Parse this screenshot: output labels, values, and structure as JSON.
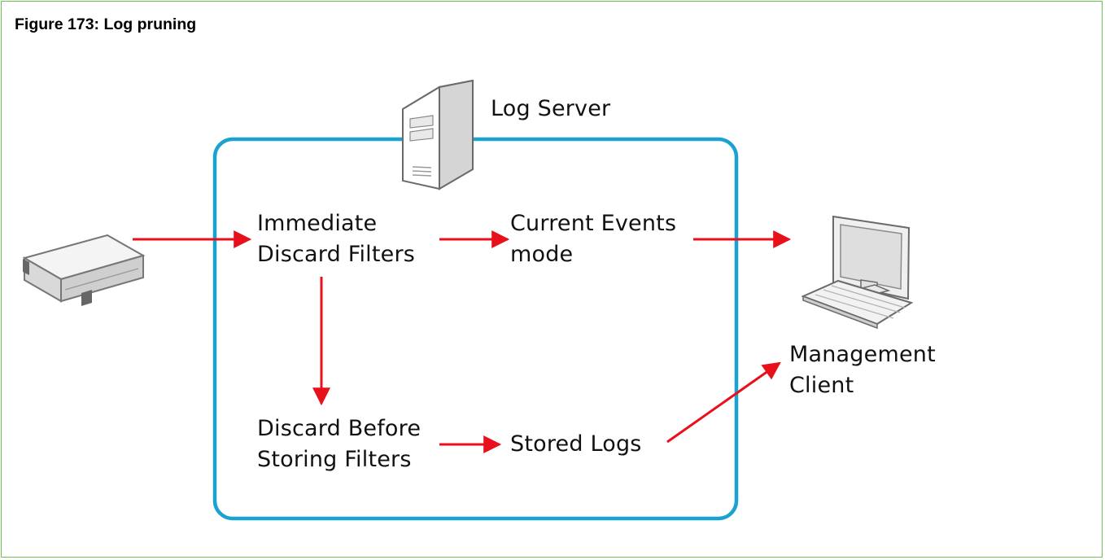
{
  "figure": {
    "title": "Figure 173: Log pruning"
  },
  "nodes": {
    "log_server": {
      "label": "Log Server"
    },
    "immediate_discard": {
      "line1": "Immediate",
      "line2": "Discard Filters"
    },
    "current_events": {
      "line1": "Current Events",
      "line2": "mode"
    },
    "discard_before": {
      "line1": "Discard Before",
      "line2": "Storing Filters"
    },
    "stored_logs": {
      "label": "Stored Logs"
    },
    "management_client": {
      "line1": "Management",
      "line2": "Client"
    }
  },
  "icons": {
    "appliance": "network-appliance-icon",
    "server": "server-tower-icon",
    "client": "desktop-computer-icon"
  },
  "colors": {
    "frame_border": "#6cc24a",
    "log_server_box": "#1aa3d1",
    "arrows": "#e8101a"
  }
}
